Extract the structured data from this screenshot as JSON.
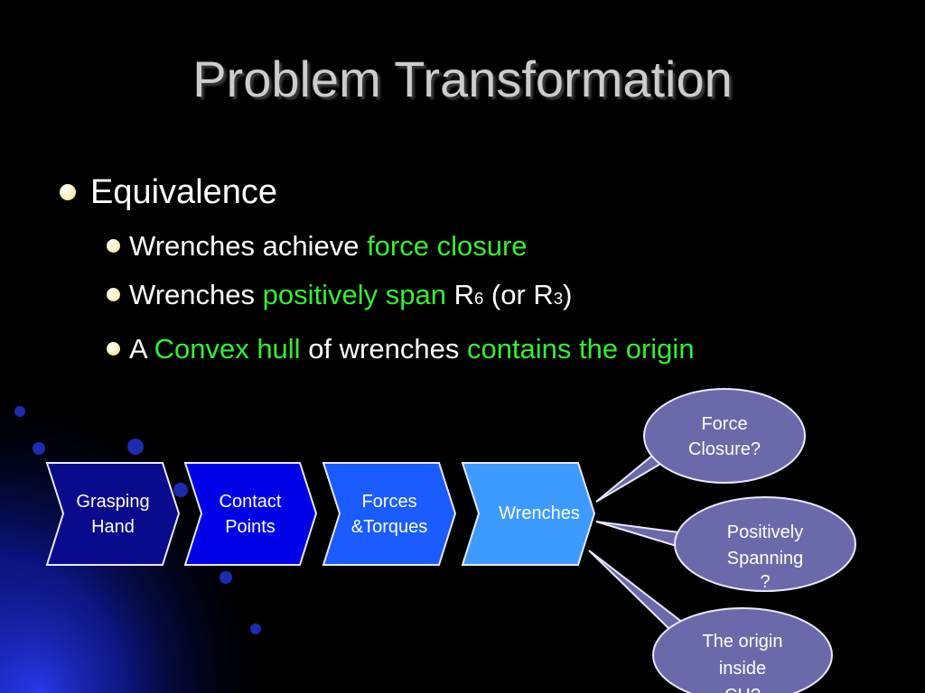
{
  "slide": {
    "title": "Problem Transformation",
    "bullet": "Equivalence",
    "sub_bullets": [
      {
        "pre": "Wrenches achieve ",
        "hl": "force closure"
      },
      {
        "pre": "Wrenches ",
        "hl": "positively span",
        "r": "R",
        "sup1": "6",
        "mid": " (or R",
        "sup2": "3",
        "end": ")"
      },
      {
        "pre": "A ",
        "hl1": "Convex hull",
        "mid": " of wrenches ",
        "hl2": "contains the origin"
      }
    ]
  },
  "diagram": {
    "steps": [
      {
        "line1": "Grasping",
        "line2": "Hand",
        "color": "#0a0a8c"
      },
      {
        "line1": "Contact",
        "line2": "Points",
        "color": "#0000e6"
      },
      {
        "line1": "Forces",
        "line2": "&Torques",
        "color": "#1a5cff"
      },
      {
        "line1": "Wrenches",
        "line2": "",
        "color": "#3d9bff"
      }
    ],
    "callouts": [
      {
        "line1": "Force",
        "line2": "Closure?",
        "line3": ""
      },
      {
        "line1": "Positively",
        "line2": "Spanning",
        "line3": "?"
      },
      {
        "line1": "The origin",
        "line2": "inside",
        "line3": "CH?"
      }
    ],
    "callout_color": "#6a6aaa"
  }
}
